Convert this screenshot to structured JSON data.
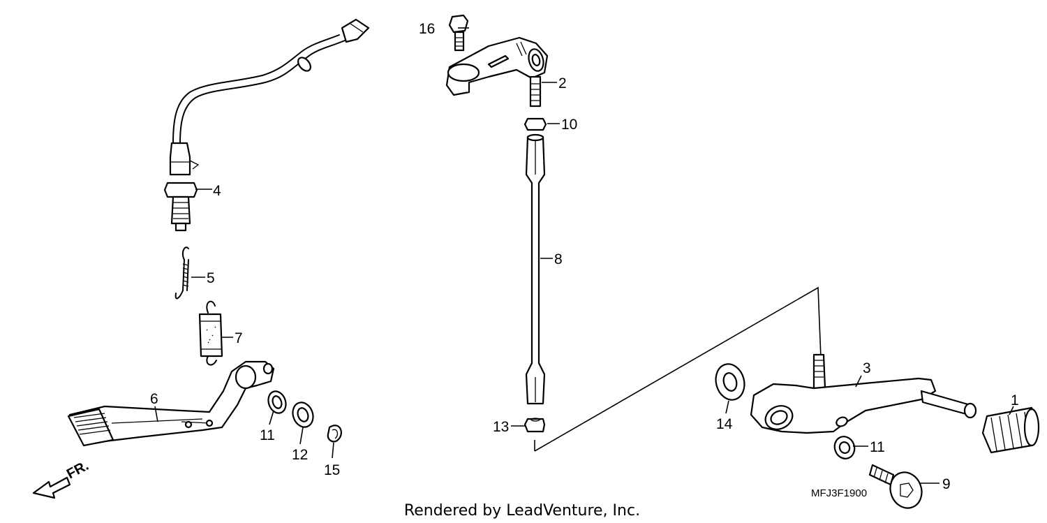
{
  "diagram": {
    "callouts": {
      "c1": "1",
      "c2": "2",
      "c3": "3",
      "c4": "4",
      "c5": "5",
      "c6": "6",
      "c7": "7",
      "c8": "8",
      "c9": "9",
      "c10": "10",
      "c11a": "11",
      "c11b": "11",
      "c12": "12",
      "c13": "13",
      "c14": "14",
      "c15": "15",
      "c16": "16"
    },
    "diagram_code": "MFJ3F1900",
    "front_marker": "FR.",
    "credit": "Rendered by LeadVenture, Inc."
  }
}
